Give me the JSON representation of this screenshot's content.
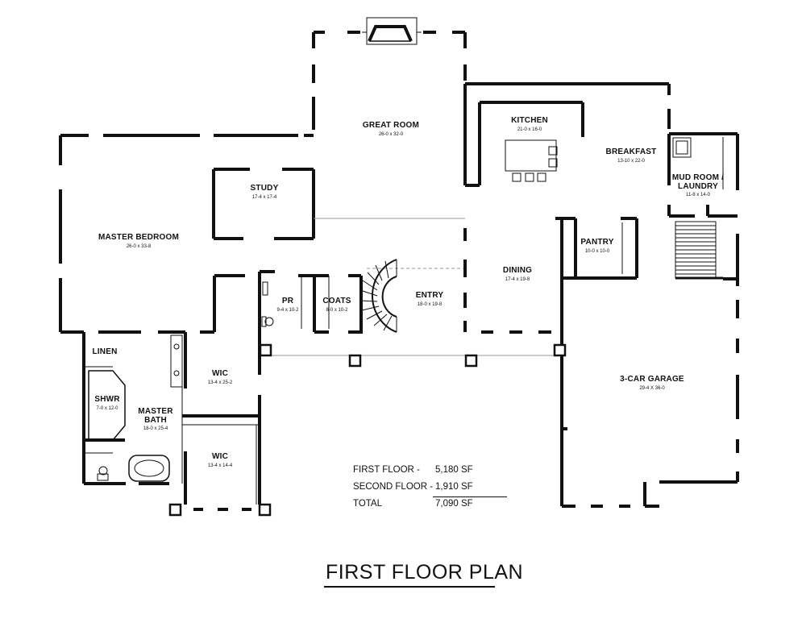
{
  "rooms": {
    "great_room": {
      "name": "GREAT ROOM",
      "dim": "26-0 x 32-0"
    },
    "kitchen": {
      "name": "KITCHEN",
      "dim": "21-0 x 16-0"
    },
    "breakfast": {
      "name": "BREAKFAST",
      "dim": "13-10 x 22-0"
    },
    "mud_room": {
      "name1": "MUD ROOM /",
      "name2": "LAUNDRY",
      "dim": "11-8 x 14-0"
    },
    "study": {
      "name": "STUDY",
      "dim": "17-4 x 17-4"
    },
    "master_bedroom": {
      "name": "MASTER BEDROOM",
      "dim": "26-0 x 33-8"
    },
    "pantry": {
      "name": "PANTRY",
      "dim": "10-0 x 10-0"
    },
    "dining": {
      "name": "DINING",
      "dim": "17-4 x 19-8"
    },
    "pr": {
      "name": "PR",
      "dim": "9-4 x 10-2"
    },
    "coats": {
      "name": "COATS",
      "dim": "8-0 x 10-2"
    },
    "entry": {
      "name": "ENTRY",
      "dim": "18-0 x 19-8"
    },
    "linen": {
      "name": "LINEN"
    },
    "wic1": {
      "name": "WIC",
      "dim": "13-4 x 25-2"
    },
    "shwr": {
      "name": "SHWR",
      "dim": "7-0 x 12-0"
    },
    "master_bath": {
      "name1": "MASTER",
      "name2": "BATH",
      "dim": "18-0 x 25-4"
    },
    "wic2": {
      "name": "WIC",
      "dim": "13-4 x 14-4"
    },
    "garage": {
      "name": "3-CAR GARAGE",
      "dim": "29-4 X 36-0"
    }
  },
  "areas": {
    "first_label": "FIRST FLOOR -",
    "first_value": "5,180 SF",
    "second_label": "SECOND FLOOR -",
    "second_value": "1,910 SF",
    "total_label": "TOTAL",
    "total_value": "7,090 SF"
  },
  "title": "FIRST FLOOR PLAN",
  "colors": {
    "ink": "#111111",
    "background": "#ffffff",
    "hidden_line": "#999999"
  }
}
